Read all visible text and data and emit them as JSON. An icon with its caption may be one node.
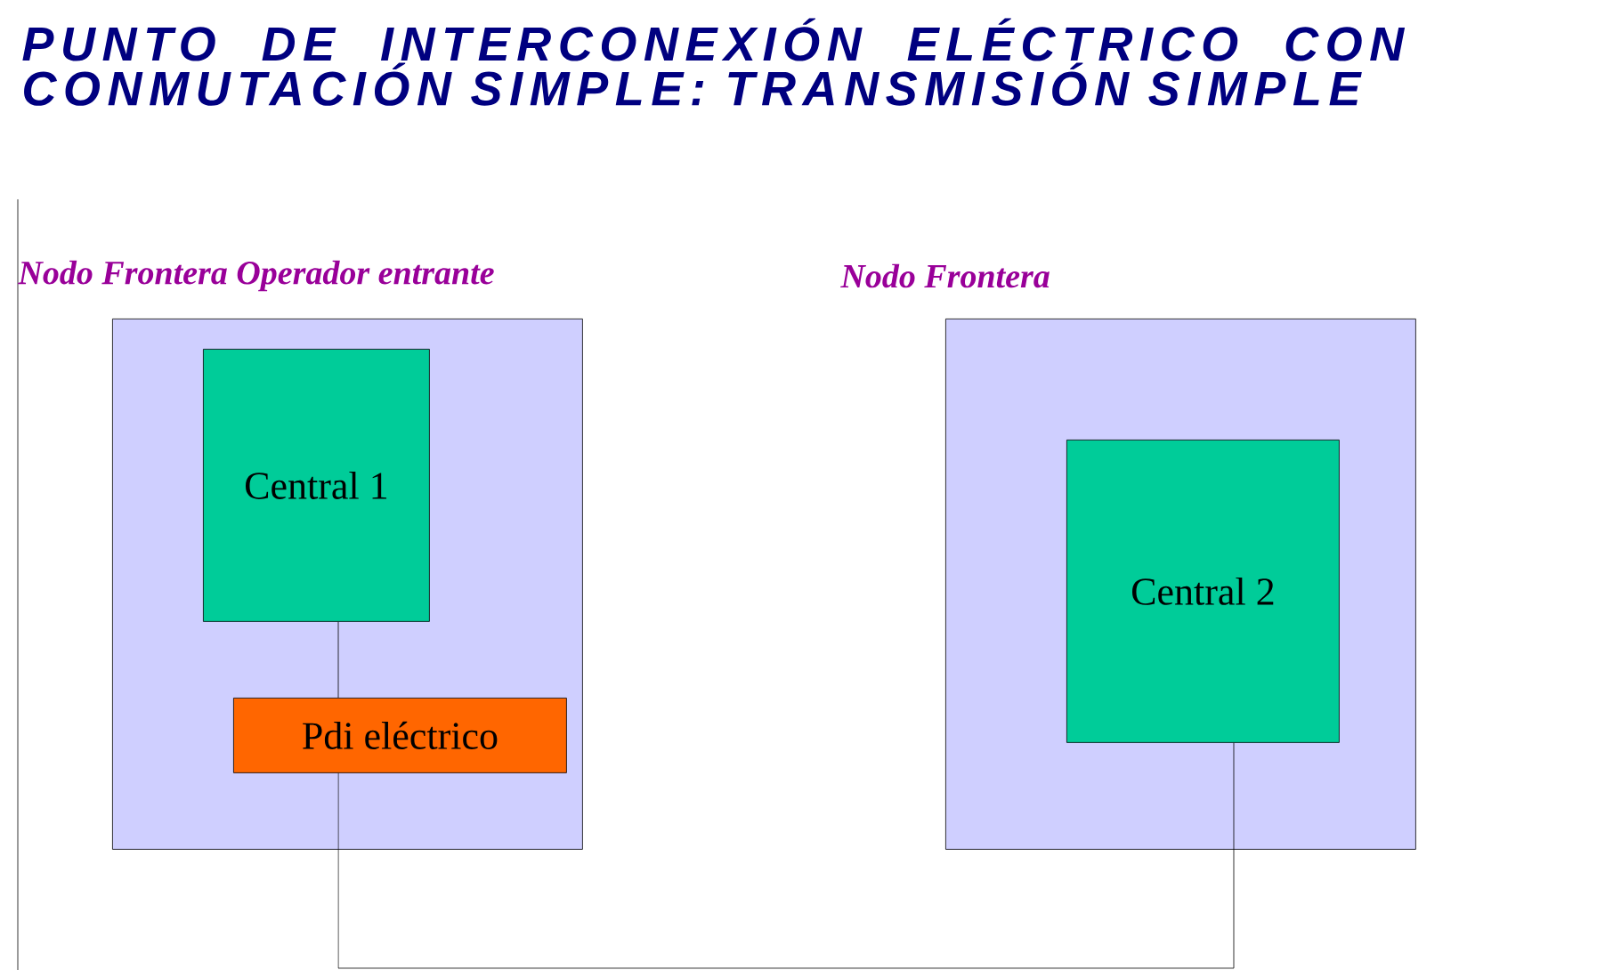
{
  "diagram": {
    "title": "PUNTO DE INTERCONEXIÓN ELÉCTRICO CON CONMUTACIÓN SIMPLE: TRANSMISIÓN SIMPLE",
    "nodes": [
      {
        "text": [
          "Nodo Frontera Operador entrante"
        ]
      },
      {
        "text": [
          "Central 1"
        ],
        "in": 0
      },
      {
        "text": [
          "Pdi eléctrico"
        ],
        "in": 0
      },
      {
        "text": [
          "Nodo Frontera"
        ]
      },
      {
        "text": [
          "Central 2"
        ],
        "in": 3
      }
    ],
    "edges": [
      {
        "from": 1,
        "to": 2,
        "arrow": "none"
      },
      {
        "from": 2,
        "to": 4,
        "arrow": "none"
      }
    ]
  }
}
